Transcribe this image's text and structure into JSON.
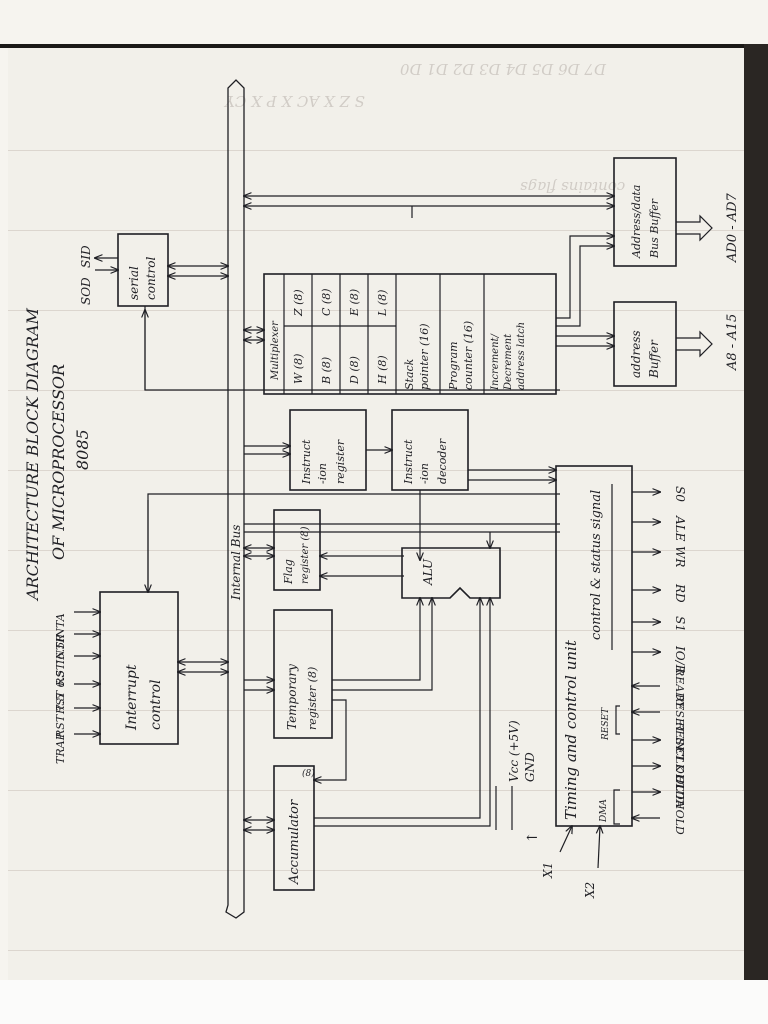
{
  "title": {
    "line1": "ARCHITECTURE BLOCK DIAGRAM",
    "line2": "OF MICROPROCESSOR",
    "line3": "8085"
  },
  "internal_bus": "Internal Bus",
  "blocks": {
    "serial_control": [
      "serial",
      "control"
    ],
    "interrupt_control": [
      "Interrupt",
      "control"
    ],
    "accumulator": "Accumulator",
    "temp_register": [
      "Temporary",
      "register (8)"
    ],
    "flag_register": [
      "Flag",
      "register (8)"
    ],
    "alu": "ALU",
    "instruction_register": [
      "Instruct",
      "-ion",
      "register"
    ],
    "instruction_decoder": [
      "Instruct",
      "-ion",
      "decoder"
    ],
    "timing_control": "Timing and control unit",
    "control_status_signal": "control & status signal",
    "address_buffer": [
      "address",
      "Buffer"
    ],
    "address_data_buffer": [
      "Address/data",
      "Bus Buffer"
    ]
  },
  "register_array": {
    "multiplexer": "Multiplexer",
    "cells": [
      {
        "row": 0,
        "col": 0,
        "label": "W (8)"
      },
      {
        "row": 0,
        "col": 1,
        "label": "Z (8)"
      },
      {
        "row": 1,
        "col": 0,
        "label": "B (8)"
      },
      {
        "row": 1,
        "col": 1,
        "label": "C (8)"
      },
      {
        "row": 2,
        "col": 0,
        "label": "D (8)"
      },
      {
        "row": 2,
        "col": 1,
        "label": "E (8)"
      },
      {
        "row": 3,
        "col": 0,
        "label": "H (8)"
      },
      {
        "row": 3,
        "col": 1,
        "label": "L (8)"
      }
    ],
    "stack_pointer": [
      "Stack",
      "pointer (16)"
    ],
    "program_counter": [
      "Program",
      "counter (16)"
    ],
    "inc_dec": [
      "Increment/",
      "Decrement",
      "address latch"
    ]
  },
  "signals": {
    "interrupts": [
      "INTA",
      "INTR",
      "RST 6.5",
      "RST 6.5",
      "RST 7.5",
      "TRAP"
    ],
    "serial": [
      "SOD",
      "SID"
    ],
    "address_out": "A8 - A15",
    "addr_data_out": "AD0 - AD7",
    "timing_outputs": [
      "S0",
      "ALE",
      "WR",
      "RD",
      "S1",
      "IO/R"
    ],
    "timing_inputs": [
      "READY",
      "RESET IN",
      "RESET OUT",
      "CLK OUT",
      "HLDA",
      "HOLD"
    ],
    "reset_group": "RESET",
    "dma_group": "DMA",
    "power": [
      "Vcc (+5V)",
      "GND"
    ],
    "power_arrow": "←",
    "clock": [
      "X1",
      "X2"
    ]
  },
  "background_text": [
    "D7  D6  D5  D4  D3  D2  D1  D0",
    "S   Z   X   AC   X   P   X   CY",
    "contains flags"
  ],
  "colors": {
    "paper": "#f2f0ea",
    "ink": "#1f1f24",
    "binder": "#2a2623"
  }
}
